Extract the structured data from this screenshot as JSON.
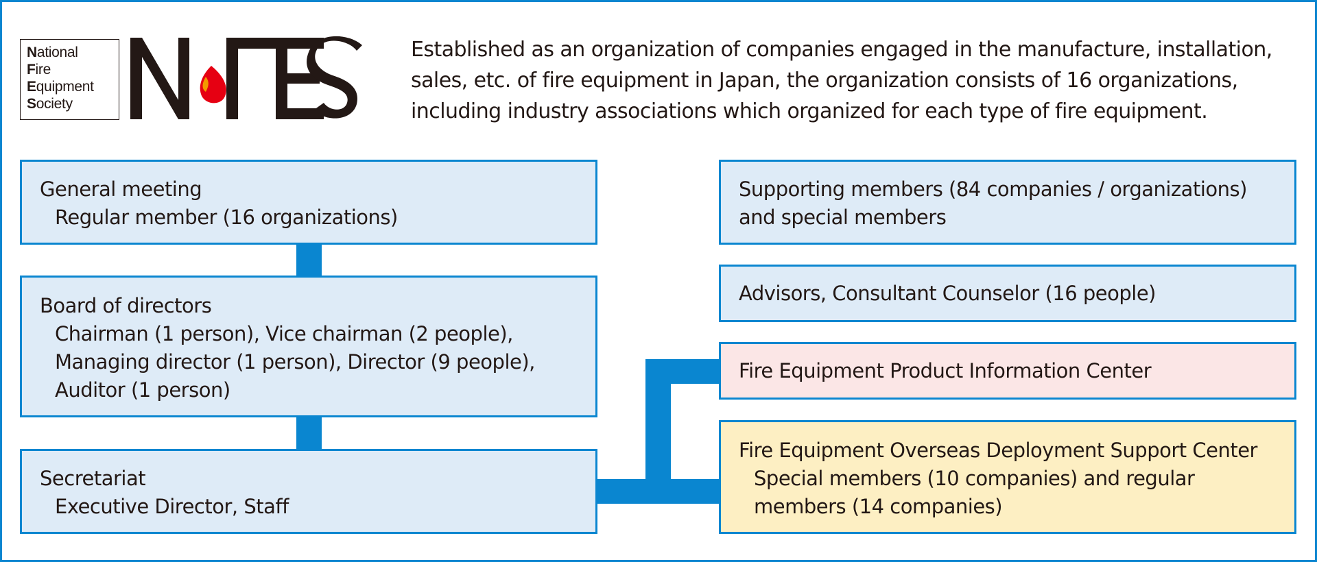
{
  "logo": {
    "badge_lines": [
      {
        "initial": "N",
        "rest": "ational"
      },
      {
        "initial": "F",
        "rest": "ire"
      },
      {
        "initial": "E",
        "rest": "quipment"
      },
      {
        "initial": "S",
        "rest": "ociety"
      }
    ],
    "wordmark": "NFES",
    "colors": {
      "text": "#231815",
      "flame": "#e60012",
      "flame_highlight": "#f39800"
    }
  },
  "intro": {
    "text": "Established as an organization of companies engaged in the manufacture, installation, sales, etc. of fire equipment in Japan, the organization consists of 16 organizations, including industry associations which organized for each type of fire equipment."
  },
  "org": {
    "general_meeting": {
      "title": "General meeting",
      "detail": [
        "Regular member (16 organizations)"
      ]
    },
    "board": {
      "title": "Board of directors",
      "detail": [
        "Chairman (1 person), Vice chairman (2 people),",
        "Managing director (1 person), Director (9 people),",
        "Auditor (1 person)"
      ]
    },
    "secretariat": {
      "title": "Secretariat",
      "detail": [
        "Executive Director, Staff"
      ]
    },
    "supporting": {
      "lines": [
        "Supporting members (84 companies / organizations)",
        "and special members"
      ]
    },
    "advisors": {
      "title": "Advisors, Consultant Counselor (16 people)"
    },
    "product_center": {
      "title": "Fire Equipment Product Information Center"
    },
    "overseas_center": {
      "title": "Fire Equipment Overseas Deployment Support Center",
      "detail": [
        "Special members (10 companies) and regular",
        "members (14 companies)"
      ]
    }
  },
  "colors": {
    "border": "#0a86d0",
    "box_fill": "#deebf7",
    "pink_fill": "#fbe6e6",
    "yellow_fill": "#fdefc3",
    "text": "#231815"
  }
}
